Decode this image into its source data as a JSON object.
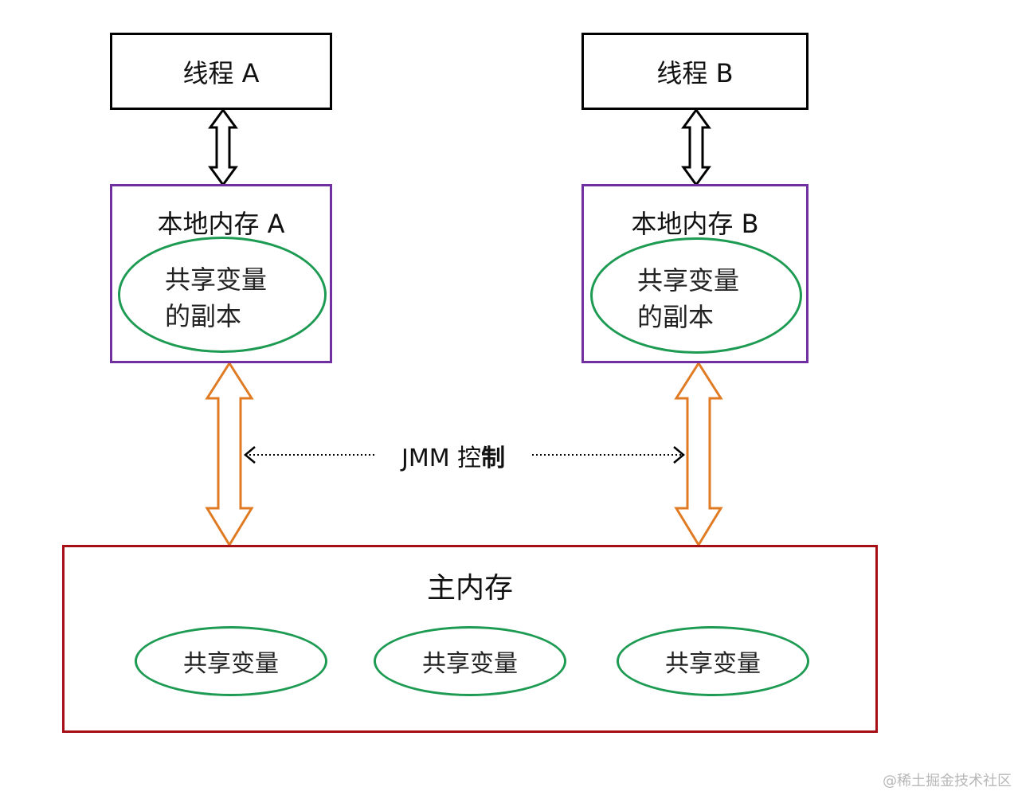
{
  "threads": {
    "a": "线程 A",
    "b": "线程 B"
  },
  "local_memory": {
    "a": {
      "title": "本地内存 A",
      "copy_label": "共享变量\n的副本"
    },
    "b": {
      "title": "本地内存 B",
      "copy_label": "共享变量\n的副本"
    }
  },
  "jmm": {
    "prefix": "JMM 控",
    "suffix": "制"
  },
  "main_memory": {
    "title": "主内存",
    "shared_vars": [
      "共享变量",
      "共享变量",
      "共享变量"
    ]
  },
  "watermark": "@稀土掘金技术社区",
  "colors": {
    "thread_border": "#000000",
    "local_border": "#7030a0",
    "main_border": "#a50f15",
    "ellipse_border": "#1e9b53",
    "orange_arrow": "#e07b24"
  }
}
